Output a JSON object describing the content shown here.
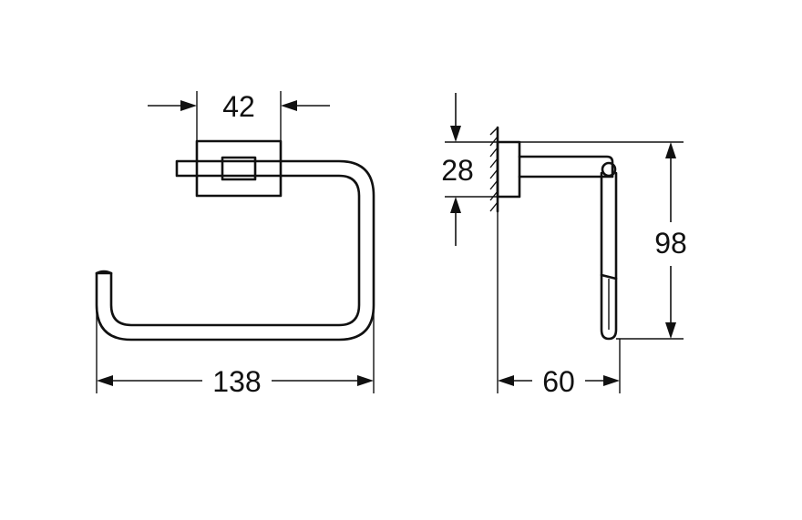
{
  "dimensions": {
    "front_mount_width": "42",
    "front_total_width": "138",
    "side_mount_height": "28",
    "side_total_height": "98",
    "side_depth": "60"
  }
}
